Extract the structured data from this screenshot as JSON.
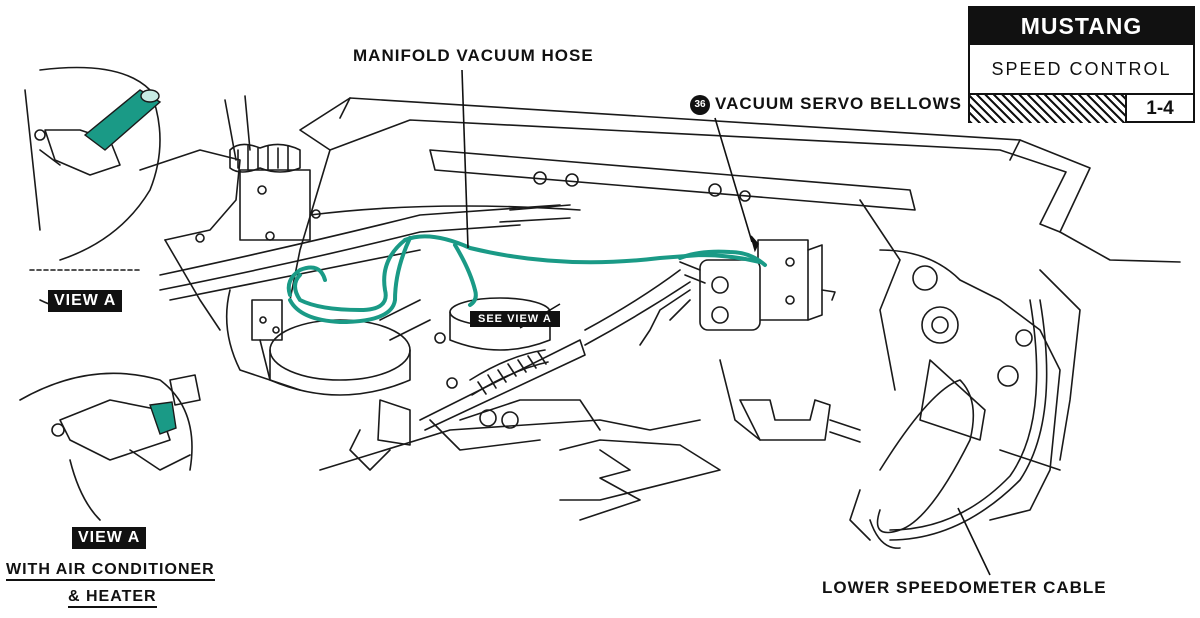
{
  "title_block": {
    "model": "MUSTANG",
    "section": "SPEED CONTROL",
    "page": "1-4"
  },
  "callouts": {
    "manifold_hose": "MANIFOLD VACUUM HOSE",
    "servo_ref": "36",
    "servo_bellows": "VACUUM SERVO BELLOWS",
    "see_view_a": "SEE VIEW A",
    "speedometer_cable": "LOWER SPEEDOMETER CABLE"
  },
  "views": {
    "view_a": "VIEW A",
    "view_a_ac": "VIEW A",
    "ac_caption_line1": "WITH AIR CONDITIONER",
    "ac_caption_line2": "& HEATER"
  },
  "colors": {
    "hose": "#1a9a86",
    "ink": "#111111"
  }
}
